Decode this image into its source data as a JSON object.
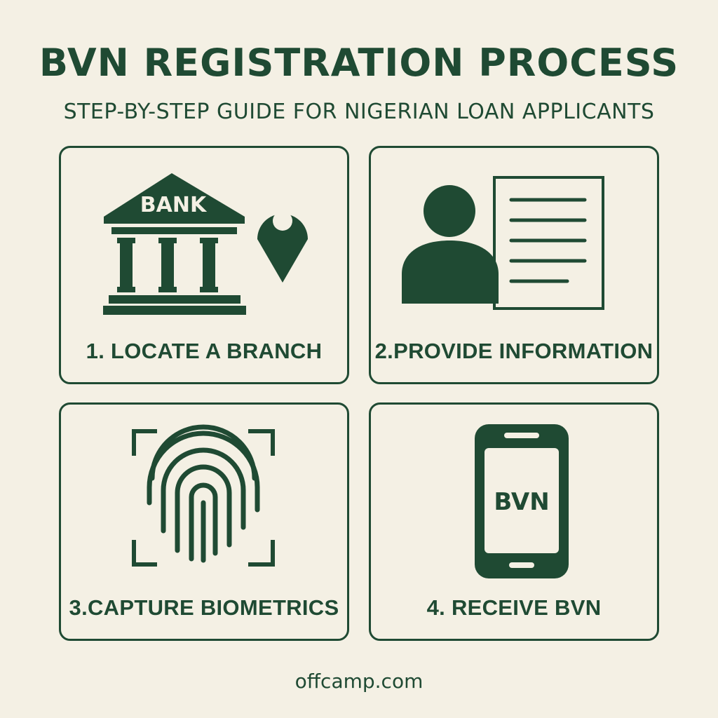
{
  "title": "BVN REGISTRATION PROCESS",
  "subtitle": "STEP-BY-STEP GUIDE FOR NIGERIAN LOAN APPLICANTS",
  "steps": [
    {
      "label": "1. LOCATE A BRANCH",
      "icon": "bank-icon",
      "icon_text": "BANK"
    },
    {
      "label": "2.PROVIDE INFORMATION",
      "icon": "person-document-icon"
    },
    {
      "label": "3.CAPTURE BIOMETRICS",
      "icon": "fingerprint-icon"
    },
    {
      "label": "4. RECEIVE BVN",
      "icon": "smartphone-icon",
      "icon_text": "BVN"
    }
  ],
  "footer": "offcamp.com",
  "colors": {
    "primary": "#1f4a33",
    "background": "#f4f0e4"
  }
}
